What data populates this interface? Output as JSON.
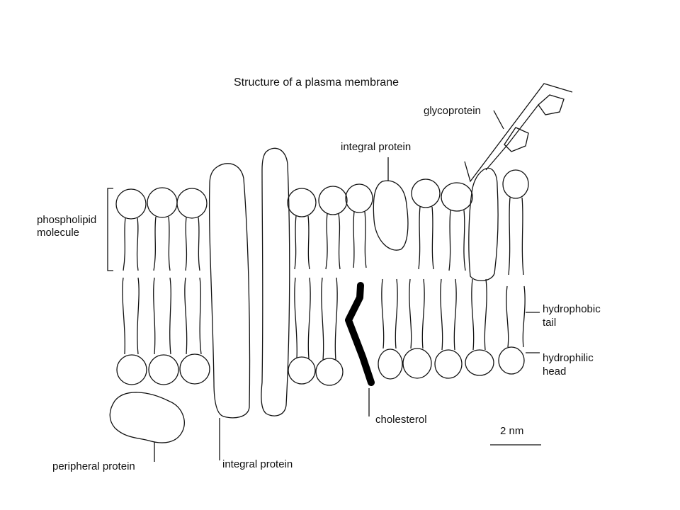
{
  "title": "Structure of a plasma membrane",
  "labels": {
    "glycoprotein": "glycoprotein",
    "integral_protein_top": "integral protein",
    "phospholipid_line1": "phospholipid",
    "phospholipid_line2": "molecule",
    "hydrophobic_line1": "hydrophobic",
    "hydrophobic_line2": "tail",
    "hydrophilic_line1": "hydrophilic",
    "hydrophilic_line2": "head",
    "cholesterol": "cholesterol",
    "scale": "2 nm",
    "peripheral_protein": "peripheral protein",
    "integral_protein_bottom": "integral protein"
  },
  "colors": {
    "ink": "#111111",
    "cholesterol": "#000000",
    "background": "#ffffff"
  }
}
